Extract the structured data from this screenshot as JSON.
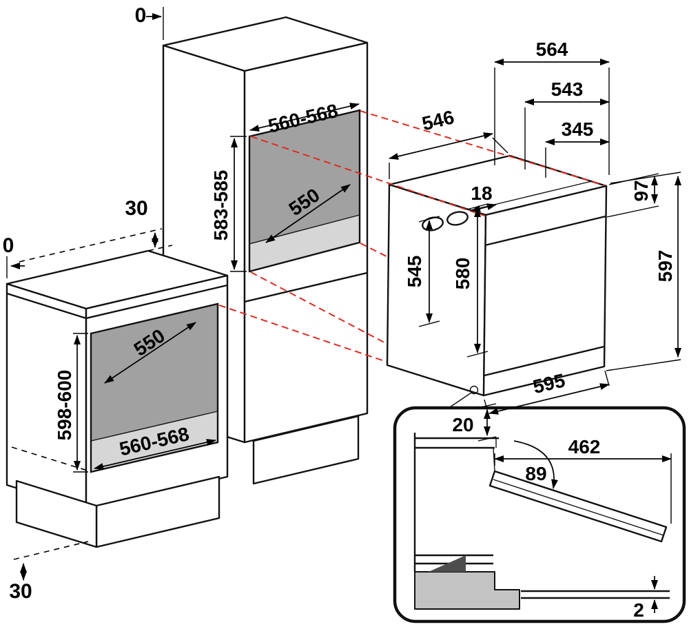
{
  "colors": {
    "outline": "#111111",
    "projection_red": "#e02b20",
    "niche_back": "#a1a1a1",
    "niche_floor": "#d6d6d6",
    "inset_slab": "#c3c3c3",
    "inset_wedge": "#4d4d4d"
  },
  "tall_cabinet": {
    "top_gap": "0",
    "niche_width": "560-568",
    "niche_height": "583-585",
    "niche_depth": "550",
    "back_offset": "30"
  },
  "base_cabinet": {
    "top_gap": "0",
    "niche_depth": "550",
    "niche_height": "598-600",
    "niche_width": "560-568",
    "plinth_recess": "30"
  },
  "oven": {
    "depth_overall": "564",
    "depth_543": "543",
    "top_depth_546": "546",
    "dim_345": "345",
    "fascia_18": "18",
    "fascia_height_97": "97",
    "side_545": "545",
    "front_height_580": "580",
    "total_height_597": "597",
    "front_width_595": "595",
    "bottom_gap_20": "20"
  },
  "door_detail": {
    "door_depth_462": "462",
    "open_angle_89": "89",
    "gap_2": "2"
  }
}
